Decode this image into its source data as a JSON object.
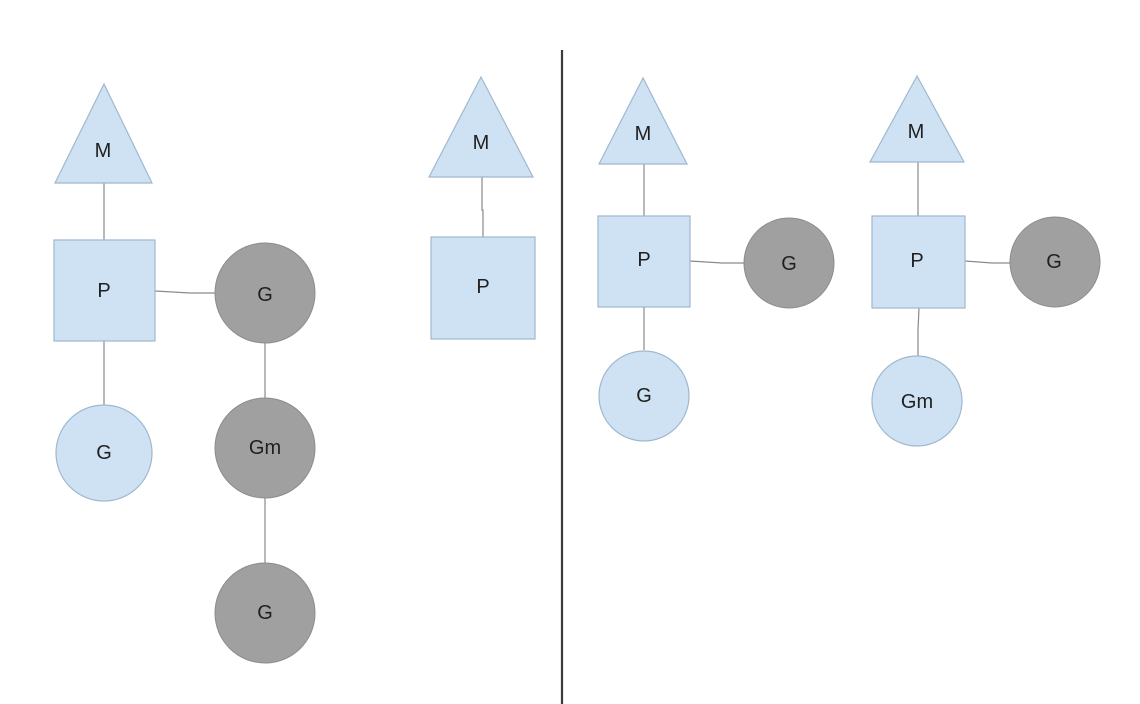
{
  "colors": {
    "light_fill": "#cfe2f3",
    "light_stroke": "#9fb8cf",
    "dark_fill": "#a0a0a0",
    "dark_stroke": "#8c8c8c",
    "edge": "#8a8a8a",
    "divider": "#3a3a3a",
    "text": "#1f1f1f"
  },
  "icons": {
    "machine": "triangle",
    "processor": "square",
    "goroutine": "circle"
  },
  "left_panel": {
    "scene_a": {
      "machine_label": "M",
      "processor_label": "P",
      "running_goroutine_label": "G",
      "queued_goroutine_label": "G",
      "gm_goroutine_label": "Gm",
      "bottom_goroutine_label": "G"
    },
    "scene_b": {
      "machine_label": "M",
      "processor_label": "P"
    }
  },
  "right_panel": {
    "scene_c": {
      "machine_label": "M",
      "processor_label": "P",
      "running_goroutine_label": "G",
      "queued_goroutine_label": "G"
    },
    "scene_d": {
      "machine_label": "M",
      "processor_label": "P",
      "running_goroutine_label": "Gm",
      "queued_goroutine_label": "G"
    }
  }
}
